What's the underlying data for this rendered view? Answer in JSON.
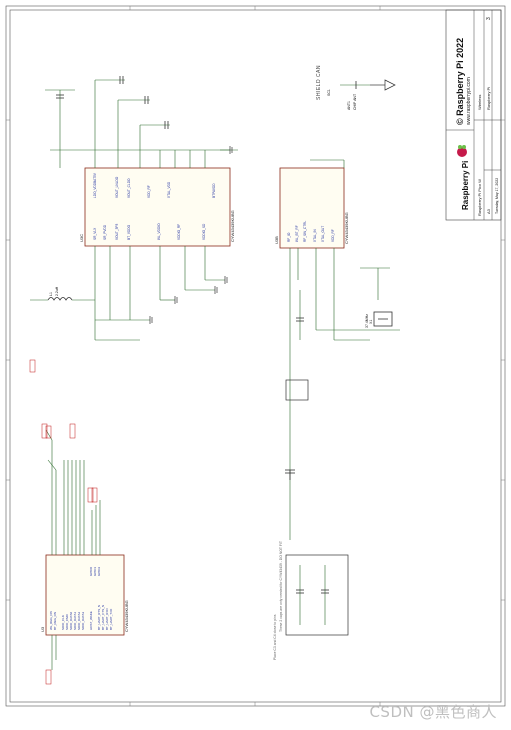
{
  "title_block": {
    "copyright": "© Raspberry Pi 2022",
    "website": "www.raspberrypi.com",
    "brand": "Raspberry Pi",
    "project": "Raspberry Pi Pico W",
    "sheet_title": "Wireless",
    "rev": "3",
    "size": "A3",
    "date": "Tuesday, May 17, 2022",
    "drawn_by": "Raspberry Pi"
  },
  "components": {
    "u_wifi": {
      "ref": "U3",
      "part": "CYW43439KUBG",
      "left_pins": [
        "WL_REG_ON",
        "BT_REG_ON",
        "SDIO_CLK",
        "SDIO_CMD",
        "SDIO_DATA0",
        "SDIO_DATA1",
        "SDIO_DATA2",
        "SDIO_DATA3",
        "HOST_WAKE",
        "BT_UART_RTS_N",
        "BT_UART_CTS_N",
        "BT_UART_RXD",
        "BT_UART_TXD"
      ],
      "right_pins": [
        "GPIO0",
        "GPIO1",
        "GPIO2"
      ]
    },
    "u_pmu": {
      "ref": "U3C",
      "part": "CYW43439KUBG",
      "left_pins": [
        "SR_VLX",
        "SR_PVDD",
        "VOUT_3P3",
        "BT_VDDO",
        "WL_VDDIO",
        "VDDIO_RF",
        "VDDIO_SD"
      ],
      "right_pins": [
        "LDO_VDDBAT5V",
        "VOUT_LNLDO",
        "VOUT_CLDO",
        "VDD_RF",
        "XTAL_VDD",
        "BTPAVDD"
      ]
    },
    "u_rf": {
      "ref": "U3B",
      "part": "CYW43439KUBG",
      "left_pins": [
        "RF_IO",
        "WL_BT_RF",
        "RF_SW_CTRL",
        "XTAL_IN",
        "XTAL_OUT",
        "VDD_RF"
      ]
    },
    "inductor": {
      "ref": "L1",
      "value": "2.2uH"
    },
    "crystal": {
      "ref": "X1",
      "value": "37.4MHz"
    },
    "antenna": {
      "ref": "ANT1",
      "value": "CHIP ANT"
    },
    "shield_can": {
      "label": "SHIELD CAN",
      "ref": "SC1"
    },
    "notes": [
      "These 2 caps are only needed for CYW43439 - DO NOT FIT",
      "Place C3 and C4 close to pins"
    ]
  },
  "watermark": "CSDN @黑色商人"
}
